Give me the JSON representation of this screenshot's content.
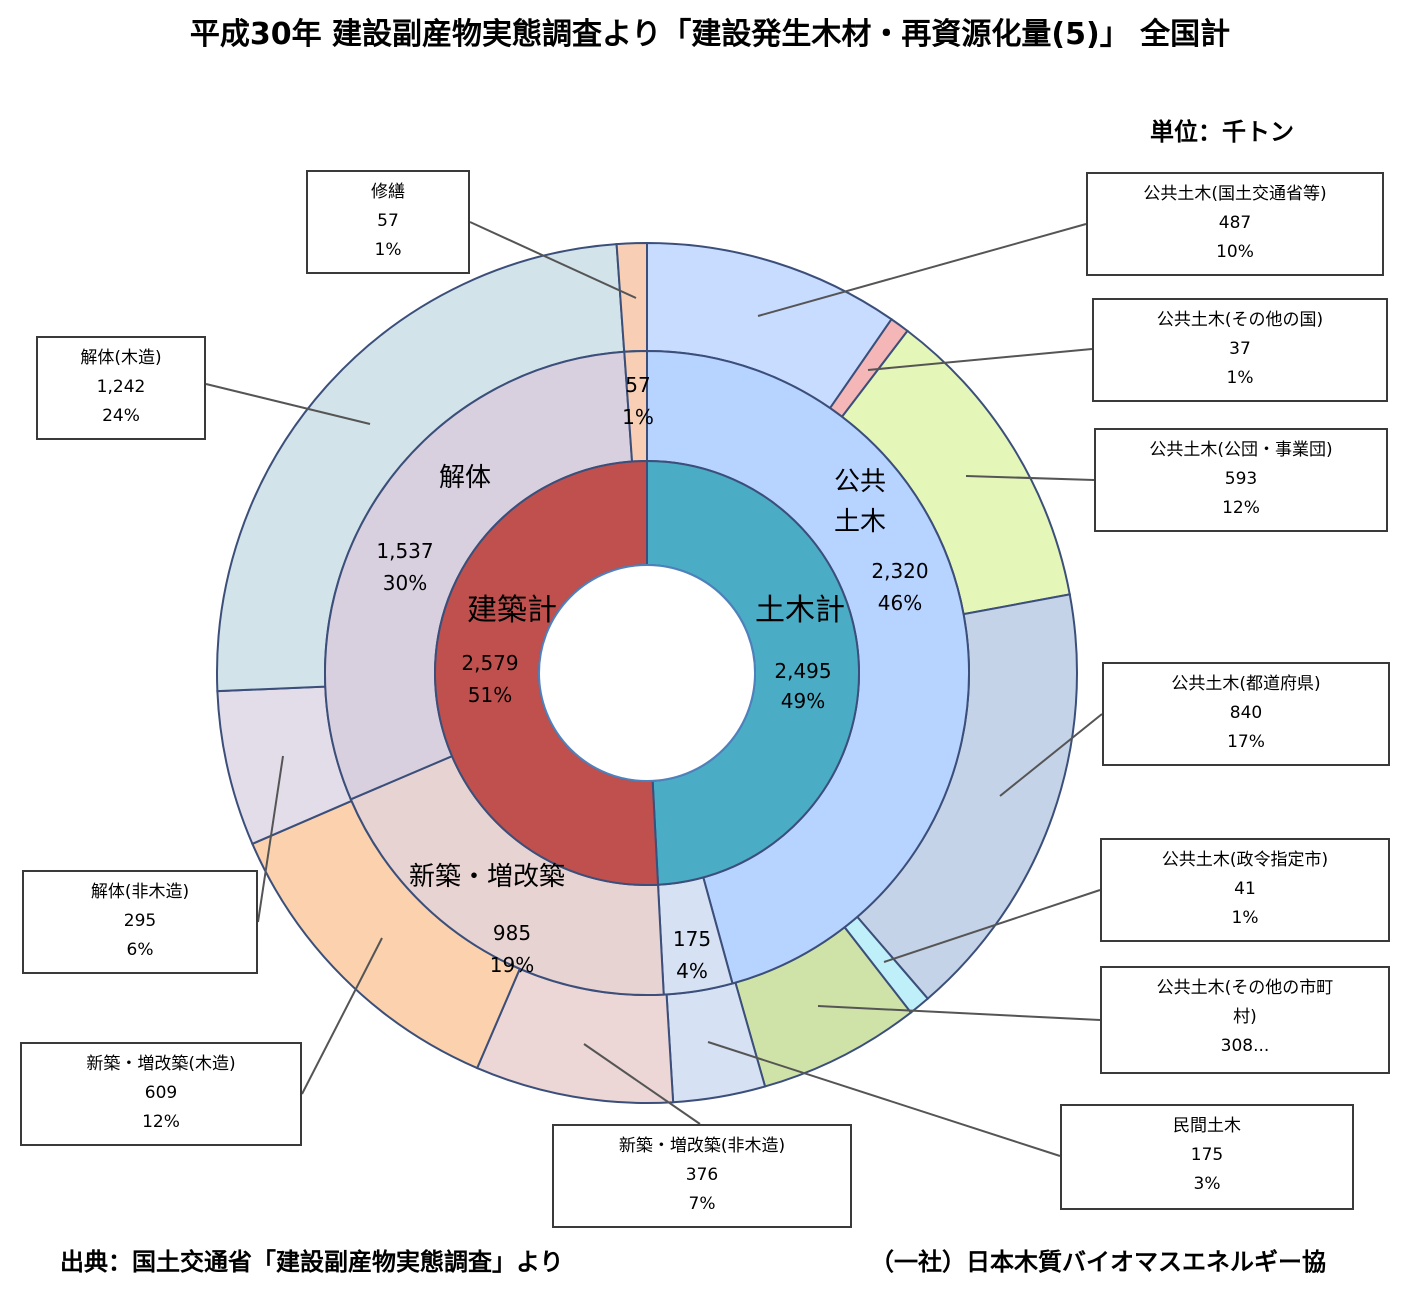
{
  "title": "平成30年 建設副産物実態調査より「建設発生木材・再資源化量(5)」 全国計",
  "unit": "単位：千トン",
  "footer": {
    "source": "出典：国土交通省「建設副産物実態調査」より",
    "org": "（一社）日本木質バイオマスエネルギー協"
  },
  "chart_data": {
    "type": "sunburst",
    "unit": "千トン",
    "rings": {
      "inner": [
        {
          "name": "土木計",
          "value": 2495,
          "pct": "49%",
          "value_label": "2,495",
          "color": "#4bacc6"
        },
        {
          "name": "建築計",
          "value": 2579,
          "pct": "51%",
          "value_label": "2,579",
          "color": "#c0504d"
        }
      ],
      "middle": [
        {
          "name": "公共土木",
          "value": 2320,
          "pct": "46%",
          "value_label": "2,320",
          "color": "#b7d3ff"
        },
        {
          "name": "",
          "value": 175,
          "pct": "4%",
          "value_label": "175",
          "color": "#d6e1f3"
        },
        {
          "name": "新築・増改築",
          "value": 985,
          "pct": "19%",
          "value_label": "985",
          "color": "#e8d3d3"
        },
        {
          "name": "解体",
          "value": 1537,
          "pct": "30%",
          "value_label": "1,537",
          "color": "#d8d0df"
        },
        {
          "name": "",
          "value": 57,
          "pct": "1%",
          "value_label": "57",
          "color": "#f8cfb4"
        }
      ],
      "outer": [
        {
          "name": "公共土木(国土交通省等)",
          "value": 487,
          "pct": "10%",
          "value_label": "487",
          "color": "#c8dcff"
        },
        {
          "name": "公共土木(その他の国)",
          "value": 37,
          "pct": "1%",
          "value_label": "37",
          "color": "#f4b6b6"
        },
        {
          "name": "公共土木(公団・事業団)",
          "value": 593,
          "pct": "12%",
          "value_label": "593",
          "color": "#e4f7b8"
        },
        {
          "name": "公共土木(都道府県)",
          "value": 840,
          "pct": "17%",
          "value_label": "840",
          "color": "#c5d3e8"
        },
        {
          "name": "公共土木(政令指定市)",
          "value": 41,
          "pct": "1%",
          "value_label": "41",
          "color": "#bff0fa"
        },
        {
          "name": "公共土木(その他の市町村)",
          "value": 308,
          "pct": "",
          "value_label": "308...",
          "color": "#cfe3a8"
        },
        {
          "name": "民間土木",
          "value": 175,
          "pct": "3%",
          "value_label": "175",
          "color": "#d6e1f3"
        },
        {
          "name": "新築・増改築(非木造)",
          "value": 376,
          "pct": "7%",
          "value_label": "376",
          "color": "#ecd6d6"
        },
        {
          "name": "新築・増改築(木造)",
          "value": 609,
          "pct": "12%",
          "value_label": "609",
          "color": "#fbd2ad"
        },
        {
          "name": "解体(非木造)",
          "value": 295,
          "pct": "6%",
          "value_label": "295",
          "color": "#e3dde9"
        },
        {
          "name": "解体(木造)",
          "value": 1242,
          "pct": "24%",
          "value_label": "1,242",
          "color": "#d2e3ea"
        },
        {
          "name": "修繕",
          "value": 57,
          "pct": "1%",
          "value_label": "57",
          "color": "#f8cfb4"
        }
      ]
    }
  },
  "callouts": [
    {
      "l1": "公共土木(国土交通省等)",
      "l2": "487",
      "l3": "10%"
    },
    {
      "l1": "公共土木(その他の国)",
      "l2": "37",
      "l3": "1%"
    },
    {
      "l1": "公共土木(公団・事業団)",
      "l2": "593",
      "l3": "12%"
    },
    {
      "l1": "公共土木(都道府県)",
      "l2": "840",
      "l3": "17%"
    },
    {
      "l1": "公共土木(政令指定市)",
      "l2": "41",
      "l3": "1%"
    },
    {
      "l1": "公共土木(その他の市町",
      "l2": "村)",
      "l3": "308..."
    },
    {
      "l1": "民間土木",
      "l2": "175",
      "l3": "3%"
    },
    {
      "l1": "新築・増改築(非木造)",
      "l2": "376",
      "l3": "7%"
    },
    {
      "l1": "新築・増改築(木造)",
      "l2": "609",
      "l3": "12%"
    },
    {
      "l1": "解体(非木造)",
      "l2": "295",
      "l3": "6%"
    },
    {
      "l1": "解体(木造)",
      "l2": "1,242",
      "l3": "24%"
    },
    {
      "l1": "修繕",
      "l2": "57",
      "l3": "1%"
    }
  ]
}
